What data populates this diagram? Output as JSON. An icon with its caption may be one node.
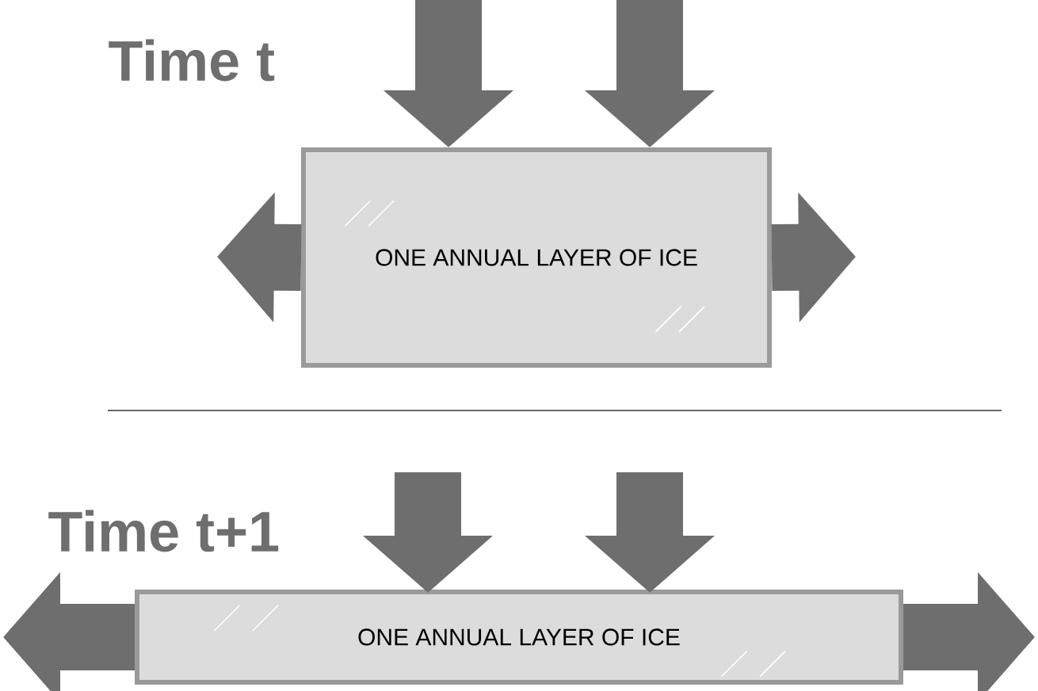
{
  "diagram": {
    "nodes": [
      {
        "text": [
          "ONE ANNUAL LAYER OF ICE"
        ]
      },
      {
        "text": [
          "ONE ANNUAL LAYER OF ICE"
        ]
      }
    ],
    "edges": [
      {
        "from": null,
        "to": 0,
        "arrow": "to"
      },
      {
        "from": null,
        "to": 0,
        "arrow": "to"
      },
      {
        "from": 0,
        "to": null,
        "arrow": "to"
      },
      {
        "from": 0,
        "to": null,
        "arrow": "to"
      },
      {
        "from": null,
        "to": 1,
        "arrow": "to"
      },
      {
        "from": null,
        "to": 1,
        "arrow": "to"
      },
      {
        "from": 1,
        "to": null,
        "arrow": "to"
      },
      {
        "from": 1,
        "to": null,
        "arrow": "to"
      }
    ],
    "labels": [
      "Time t",
      "Time t+1"
    ]
  }
}
